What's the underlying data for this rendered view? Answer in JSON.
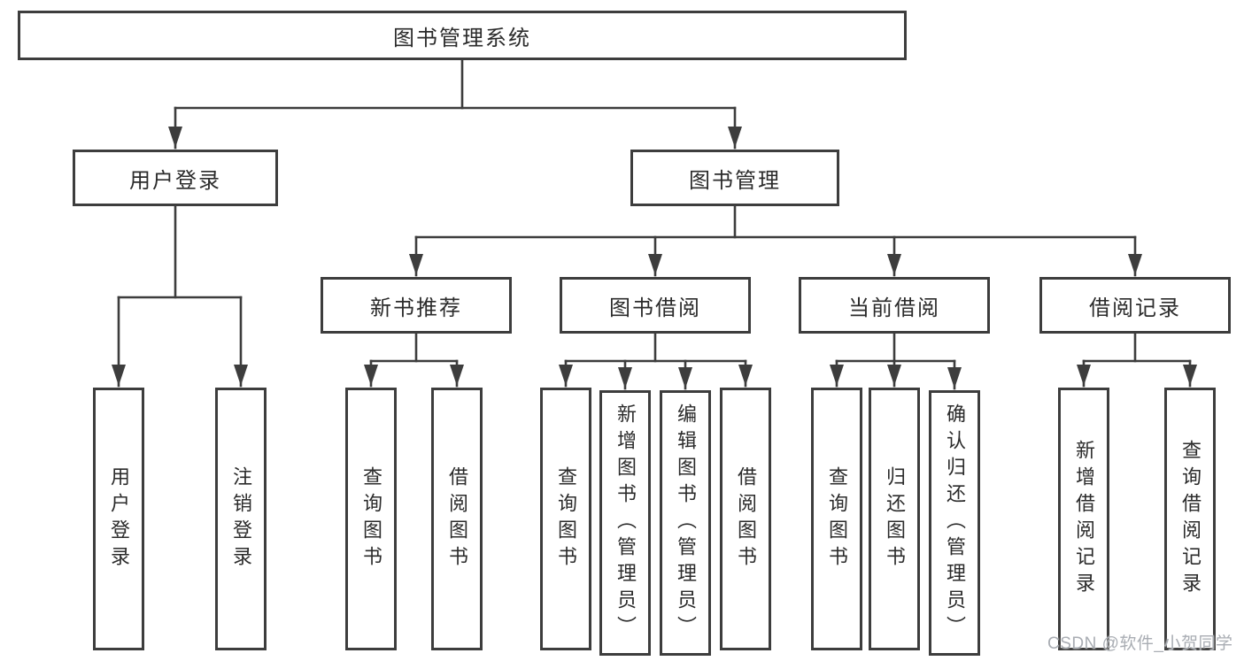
{
  "diagram": {
    "root": {
      "label": "图书管理系统"
    },
    "branches": [
      {
        "label": "用户登录",
        "children": [
          {
            "label": "用户登录"
          },
          {
            "label": "注销登录"
          }
        ]
      },
      {
        "label": "图书管理",
        "children": [
          {
            "label": "新书推荐",
            "children": [
              {
                "label": "查询图书"
              },
              {
                "label": "借阅图书"
              }
            ]
          },
          {
            "label": "图书借阅",
            "children": [
              {
                "label": "查询图书"
              },
              {
                "label": "新增图书（管理员）"
              },
              {
                "label": "编辑图书（管理员）"
              },
              {
                "label": "借阅图书"
              }
            ]
          },
          {
            "label": "当前借阅",
            "children": [
              {
                "label": "查询图书"
              },
              {
                "label": "归还图书"
              },
              {
                "label": "确认归还（管理员）"
              }
            ]
          },
          {
            "label": "借阅记录",
            "children": [
              {
                "label": "新增借阅记录"
              },
              {
                "label": "查询借阅记录"
              }
            ]
          }
        ]
      }
    ]
  },
  "watermark": {
    "text": "CSDN @软件_小贺同学",
    "color": "#a9adb3"
  },
  "colors": {
    "line": "#3d3d3d",
    "box_border": "#3d3d3d",
    "text": "#2b2b2b",
    "background": "#ffffff"
  }
}
